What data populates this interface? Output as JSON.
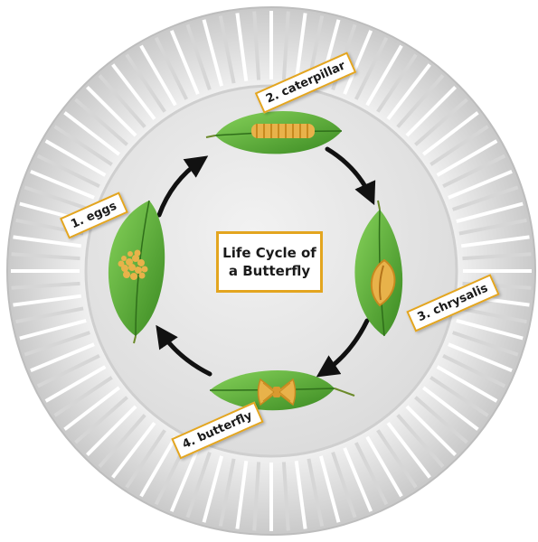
{
  "title": {
    "line1": "Life Cycle of",
    "line2": "a Butterfly"
  },
  "stages": [
    {
      "label": "1. eggs"
    },
    {
      "label": "2. caterpillar"
    },
    {
      "label": "3. chrysalis"
    },
    {
      "label": "4. butterfly"
    }
  ],
  "colors": {
    "plate": "#e9e9e9",
    "leaf": "#5cb83a",
    "leaf_dark": "#3b8a22",
    "pasta": "#e8b24a",
    "label_border": "#e3a51f",
    "arrow": "#111111"
  }
}
